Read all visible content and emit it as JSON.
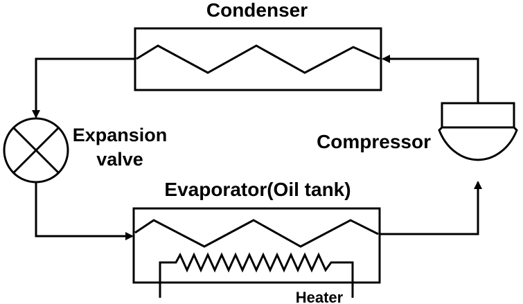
{
  "labels": {
    "condenser": "Condenser",
    "expansion_line1": "Expansion",
    "expansion_line2": "valve",
    "compressor": "Compressor",
    "evaporator": "Evaporator(Oil tank)",
    "heater": "Heater"
  },
  "colors": {
    "line": "#000000",
    "background": "#ffffff"
  }
}
